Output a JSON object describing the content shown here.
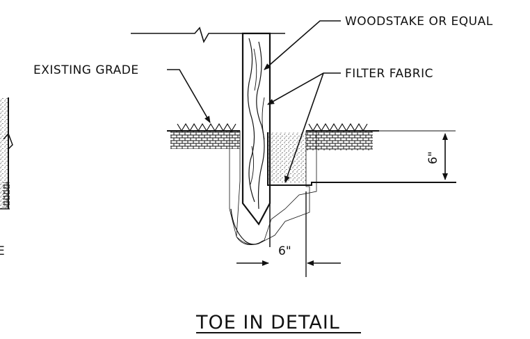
{
  "labels": {
    "woodstake": "WOODSTAKE OR EQUAL",
    "filter_fabric": "FILTER FABRIC",
    "existing_grade": "EXISTING GRADE",
    "depth_dim": "6\"",
    "width_dim": "6\"",
    "partial_left_letter": "E",
    "title": "TOE IN DETAIL"
  },
  "colors": {
    "ink": "#111111",
    "paper": "#ffffff"
  }
}
